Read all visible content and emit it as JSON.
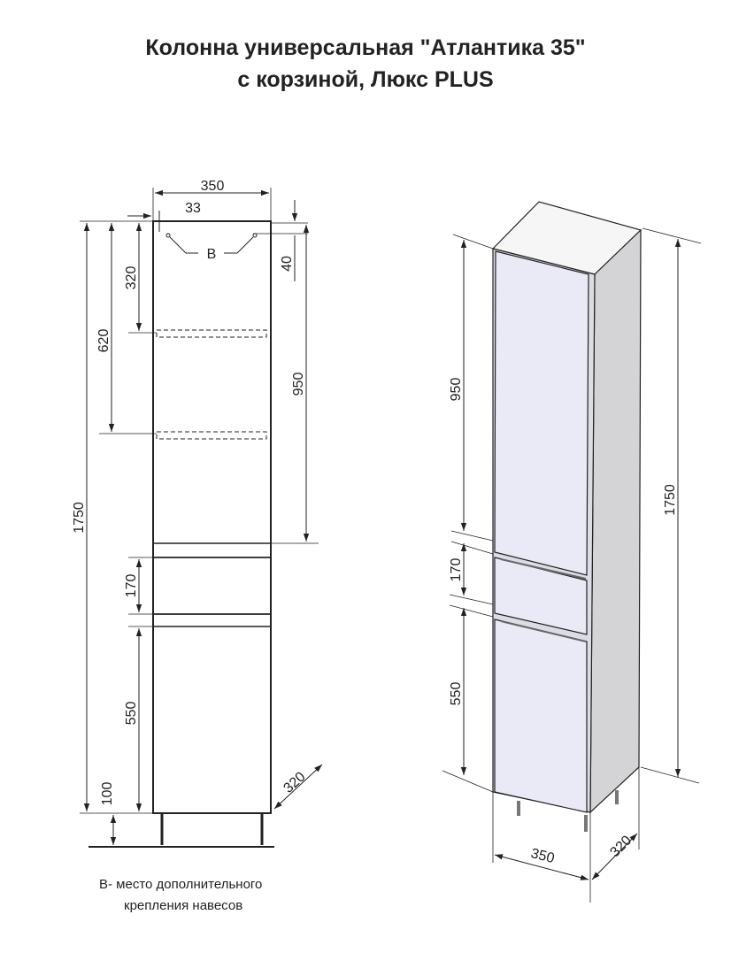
{
  "title": {
    "line1": "Колонна универсальная \"Атлантика 35\"",
    "line2": "с корзиной, Люкс PLUS"
  },
  "front_view": {
    "width": "350",
    "offset": "33",
    "hinge_mark": "B",
    "top_gap": "40",
    "shelf1": "320",
    "shelf2": "620",
    "total_height": "1750",
    "upper_door": "950",
    "drawer": "170",
    "lower_door": "550",
    "legs": "100",
    "depth": "320"
  },
  "iso_view": {
    "upper_door": "950",
    "drawer": "170",
    "lower_door": "550",
    "total_height": "1750",
    "width": "350",
    "depth": "320"
  },
  "legend": {
    "line1": "B- место дополнительного",
    "line2": "крепления навесов"
  },
  "colors": {
    "line": "#222222",
    "door_fill": "#eaeaf6",
    "side_fill": "#d4d4d6",
    "top_fill": "#f6f6f6"
  }
}
